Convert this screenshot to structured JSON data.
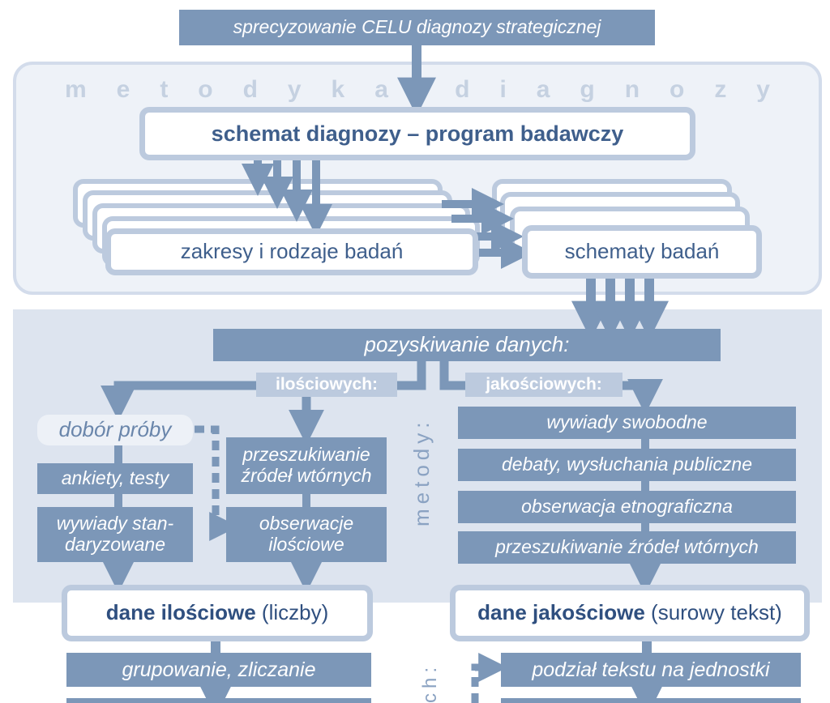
{
  "top_goal": "sprecyzowanie CELU diagnozy strategicznej",
  "methodology_title": "metodyka diagnozy",
  "program_box": "schemat diagnozy – program badawczy",
  "scopes_box": "zakresy i rodzaje badań",
  "schemes_box": "schematy badań",
  "data_acquisition": "pozyskiwanie danych:",
  "quant_tag": "ilościowych:",
  "qual_tag": "jakościowych:",
  "methods_label": "metody:",
  "sampling": "dobór próby",
  "quant_methods": {
    "surveys": "ankiety, testy",
    "interviews": "wywiady stan-daryzowane",
    "secondary": "przeszukiwanie źródeł wtórnych",
    "observation": "obserwacje ilościowe"
  },
  "qual_methods": [
    "wywiady swobodne",
    "debaty, wysłuchania publiczne",
    "obserwacja etnograficzna",
    "przeszukiwanie źródeł wtórnych"
  ],
  "quant_data": {
    "strong": "dane ilościowe",
    "rest": "(liczby)"
  },
  "qual_data": {
    "strong": "dane jakościowe",
    "rest": "(surowy tekst)"
  },
  "grouping": "grupowanie, zliczanie",
  "text_split": "podział tekstu na jednostki",
  "bottom_vertical_label": "ch:",
  "colors": {
    "dark_blue": "#7c97b8",
    "light_border": "#bccade",
    "panel_bg": "#eef2f8",
    "lower_bg": "#dde4ef",
    "text_blue": "#3f5f8c"
  }
}
